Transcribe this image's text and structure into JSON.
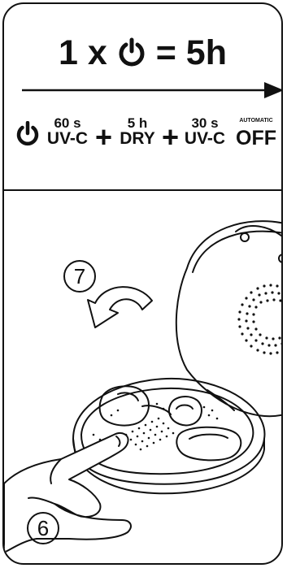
{
  "headline": {
    "count": "1 x",
    "equals": "= 5h",
    "power_icon": "power-icon"
  },
  "formula": {
    "power_icon": "power-icon",
    "step1_top": "60 s",
    "step1_bottom": "UV-C",
    "plus1": "+",
    "step2_top": "5 h",
    "step2_bottom": "DRY",
    "plus2": "+",
    "step3_top": "30 s",
    "step3_bottom": "UV-C",
    "step4_top": "AUTOMATIC",
    "step4_bottom": "OFF"
  },
  "illustration": {
    "step_open": "7",
    "step_press": "6"
  },
  "colors": {
    "ink": "#111111",
    "background": "#ffffff"
  }
}
